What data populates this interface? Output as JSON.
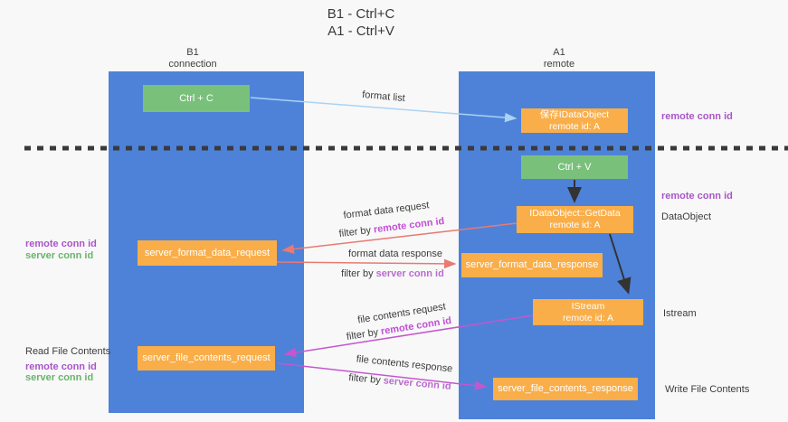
{
  "title": {
    "line1": "B1 - Ctrl+C",
    "line2": "A1 - Ctrl+V"
  },
  "lanes": {
    "left": {
      "name": "B1",
      "role": "connection"
    },
    "right": {
      "name": "A1",
      "role": "remote"
    }
  },
  "boxes": {
    "ctrl_c": {
      "label": "Ctrl + C"
    },
    "save_dataobject": {
      "line1": "保存IDataObject",
      "line2": "remote id: A"
    },
    "ctrl_v": {
      "label": "Ctrl + V"
    },
    "getdata": {
      "line1": "IDataObject::GetData",
      "line2": "remote id: A"
    },
    "format_request": {
      "label": "server_format_data_request"
    },
    "format_response": {
      "label": "server_format_data_response"
    },
    "istream": {
      "line1": "IStream",
      "line2": "remote id: A"
    },
    "file_request": {
      "label": "server_file_contents_request"
    },
    "file_response": {
      "label": "server_file_contents_response"
    }
  },
  "flow_labels": {
    "format_list": "format list",
    "format_request_line": "format data request",
    "format_request_filter_prefix": "filter by",
    "format_request_filter_key": "remote conn id",
    "format_response_line": "format data response",
    "format_response_filter_prefix": "filter by",
    "format_response_filter_key": "server conn id",
    "file_request_line": "file contents request",
    "file_request_filter_prefix": "filter by",
    "file_request_filter_key": "remote conn id",
    "file_response_line": "file contents response",
    "file_response_filter_prefix": "filter by",
    "file_response_filter_key": "server conn id"
  },
  "side_labels": {
    "remote_conn_id_top": "remote conn id",
    "remote_conn_id_mid": "remote conn id",
    "dataobject": "DataObject",
    "istream": "Istream",
    "write_file": "Write File Contents",
    "read_file": "Read File Contents",
    "left_remote_conn_id_format": "remote conn id",
    "left_server_conn_id_format": "server conn id",
    "left_remote_conn_id_file": "remote conn id",
    "left_server_conn_id_file": "server conn id"
  },
  "colors": {
    "lane_blue": "#4e82d8",
    "box_orange": "#f9ae49",
    "box_green": "#79c17b",
    "purple_text": "#a855c8",
    "green_text": "#68b56b",
    "magenta_key": "#c24fd3",
    "orchid_key": "#b96ccf",
    "arrow_salmon": "#e87a72",
    "arrow_magenta": "#c556ce",
    "arrow_light_blue": "#a9d3f5",
    "arrow_black": "#333333",
    "background": "#f8f8f8"
  }
}
